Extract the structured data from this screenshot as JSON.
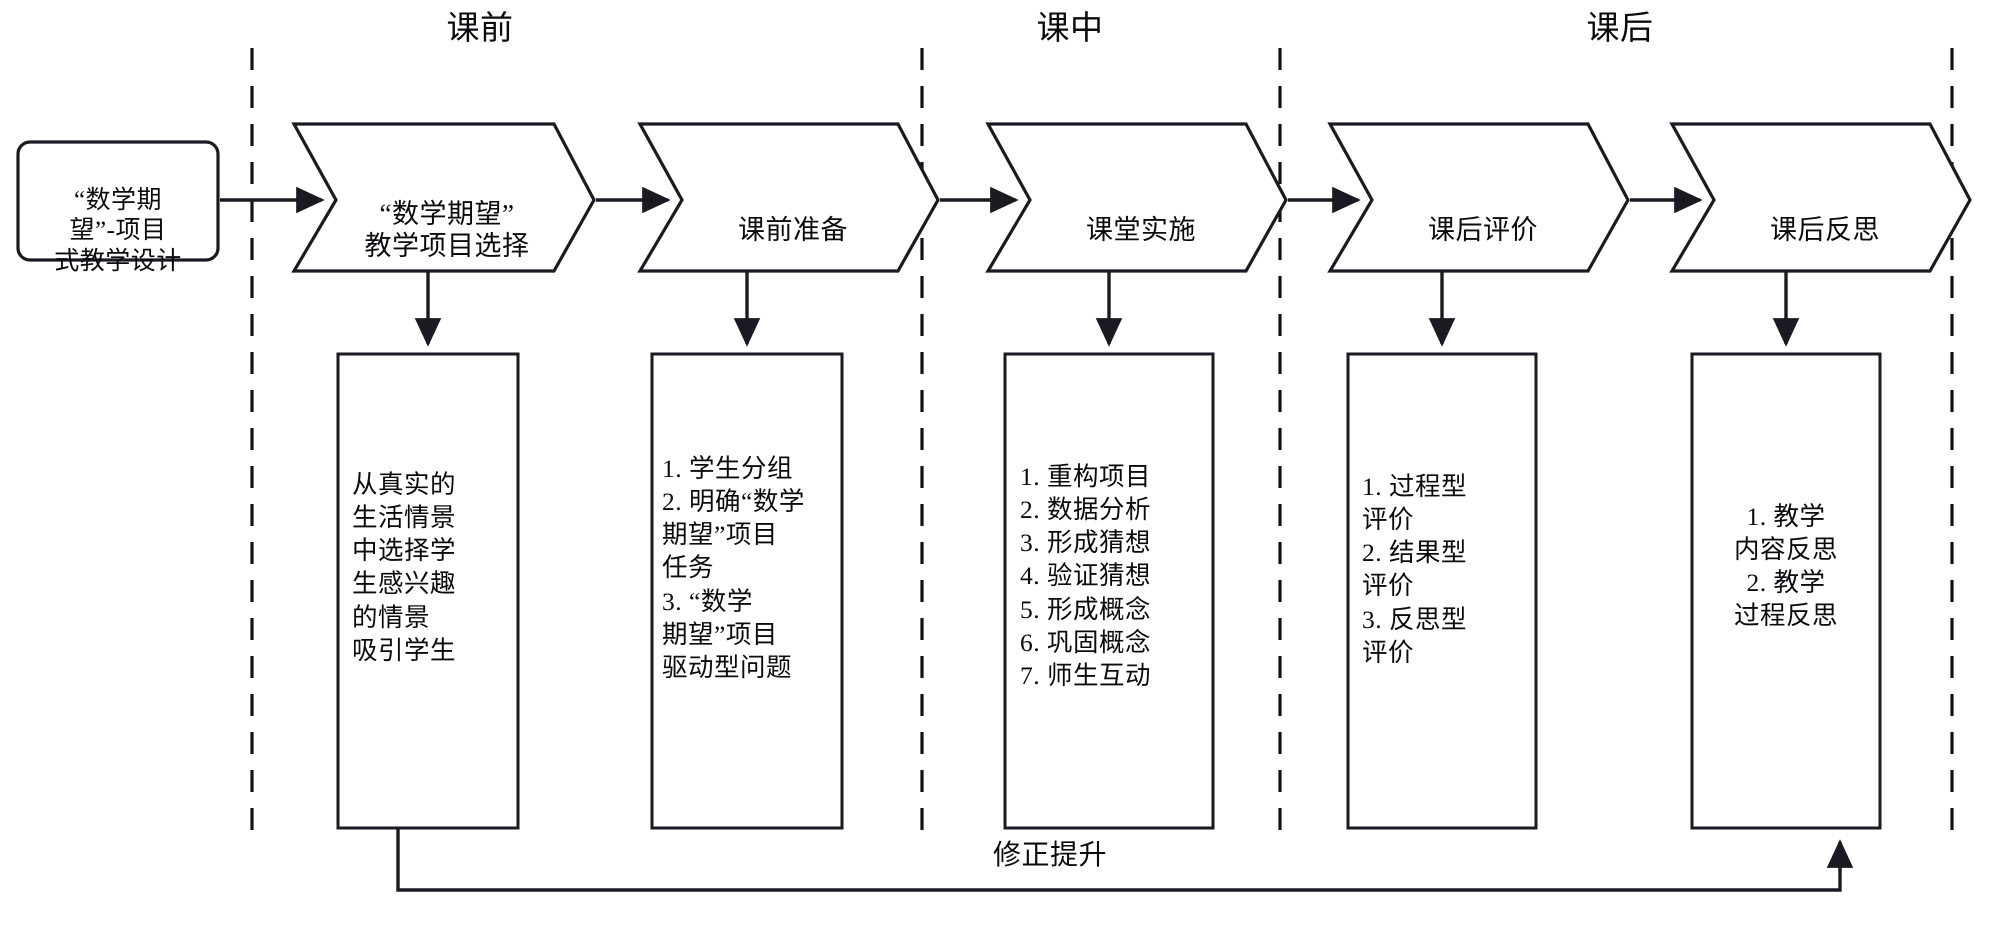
{
  "diagram": {
    "title_nodes": {
      "start_box": "“数学期\n望”-项目\n式教学设计"
    },
    "phases": [
      {
        "id": "pre-class",
        "label": "课前"
      },
      {
        "id": "in-class",
        "label": "课中"
      },
      {
        "id": "post-class",
        "label": "课后"
      }
    ],
    "stages": [
      {
        "id": "project-selection",
        "label": "“数学期望”\n教学项目选择"
      },
      {
        "id": "pre-class-prep",
        "label": "课前准备"
      },
      {
        "id": "class-implement",
        "label": "课堂实施"
      },
      {
        "id": "post-evaluation",
        "label": "课后评价"
      },
      {
        "id": "post-reflection",
        "label": "课后反思"
      }
    ],
    "details": [
      {
        "id": "detail-project-selection",
        "align": "left",
        "text": "从真实的\n生活情景\n中选择学\n生感兴趣\n的情景\n吸引学生"
      },
      {
        "id": "detail-pre-class-prep",
        "align": "left",
        "text": "1. 学生分组\n2. 明确“数学\n期望”项目\n任务\n3. “数学\n期望”项目\n驱动型问题"
      },
      {
        "id": "detail-class-implement",
        "align": "left",
        "text": "1. 重构项目\n2. 数据分析\n3. 形成猜想\n4. 验证猜想\n5. 形成概念\n6. 巩固概念\n7. 师生互动"
      },
      {
        "id": "detail-post-evaluation",
        "align": "left",
        "text": "1. 过程型\n   评价\n2. 结果型\n   评价\n3. 反思型\n   评价"
      },
      {
        "id": "detail-post-reflection",
        "align": "center",
        "text": "1. 教学\n内容反思\n2. 教学\n过程反思"
      }
    ],
    "feedback_loop": {
      "label": "修正提升"
    },
    "colors": {
      "stroke": "#1a1a22",
      "fill": "#ffffff",
      "text": "#0b0b0f"
    }
  }
}
